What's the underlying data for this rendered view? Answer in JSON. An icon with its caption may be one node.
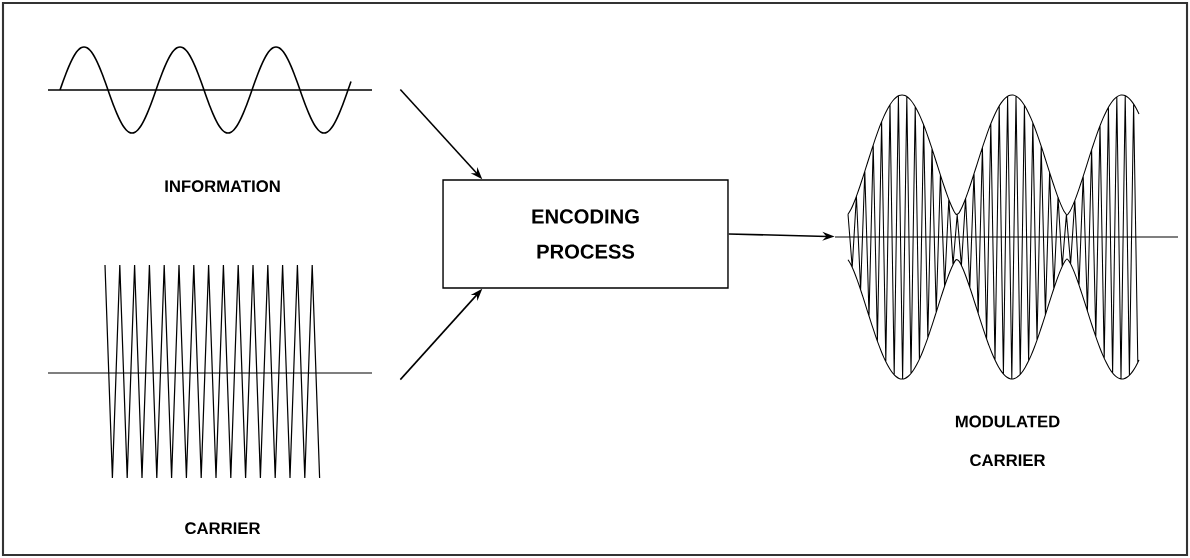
{
  "diagram": {
    "nodes": [
      {
        "text": [
          "INFORMATION"
        ]
      },
      {
        "text": [
          "CARRIER"
        ]
      },
      {
        "text": [
          "ENCODING PROCESS"
        ]
      },
      {
        "text": [
          "MODULATED CARRIER"
        ]
      }
    ],
    "edges": [
      {
        "from": 0,
        "to": 2,
        "arrow": "to"
      },
      {
        "from": 1,
        "to": 2,
        "arrow": "to"
      },
      {
        "from": 2,
        "to": 3,
        "arrow": "to"
      }
    ]
  }
}
